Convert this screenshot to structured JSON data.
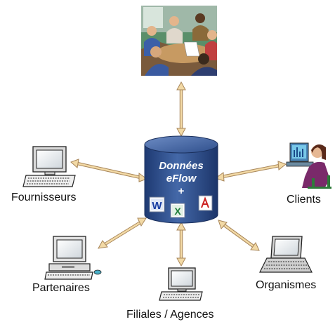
{
  "center": {
    "line1": "Données",
    "line2": "eFlow",
    "line3": "+",
    "doc_icons": [
      "word-icon",
      "excel-icon",
      "pdf-icon"
    ]
  },
  "nodes": {
    "meeting": {
      "icon": "meeting-people-illustration"
    },
    "fournisseurs": {
      "label": "Fournisseurs",
      "icon": "computer-icon"
    },
    "clients": {
      "label": "Clients",
      "icon": "woman-at-computer-icon"
    },
    "partenaires": {
      "label": "Partenaires",
      "icon": "desktop-computer-icon"
    },
    "filiales": {
      "label": "Filiales / Agences",
      "icon": "computer-icon"
    },
    "organismes": {
      "label": "Organismes",
      "icon": "laptop-icon"
    }
  },
  "colors": {
    "cylinder_top": "#3e5f98",
    "cylinder_body": "#2c4a86",
    "arrow": "#f2d9a5",
    "arrow_stroke": "#a8865a",
    "word": "#1a3fa3",
    "excel": "#1e7c3a",
    "pdf": "#cc2222"
  }
}
